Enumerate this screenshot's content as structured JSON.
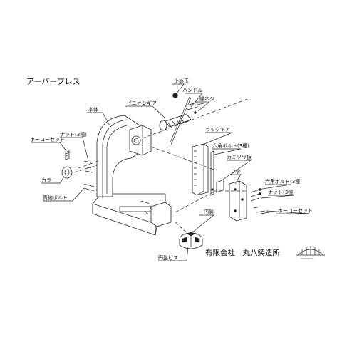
{
  "title": "アーバープレス",
  "company": "有限会社　丸八鋳造所",
  "logo_text": "MARUHACHI",
  "labels": {
    "tome_dama": "止め玉",
    "handle": "ハンドル",
    "chou_neji": "蝶ネジ",
    "pinion_gear": "ピニオンギア",
    "hontai": "本体",
    "nut_left": "ナット(3種)",
    "hollow_set_left": "ホーローセット",
    "collar": "カラー",
    "shinchu_bolt": "真鍮ボルト",
    "rack_gear": "ラックギア",
    "hex_bolt_upper": "六角ボルト(3種)",
    "kamisori_ita": "カミソリ板",
    "futa": "フタ",
    "hex_bolt_right": "六角ボルト(3種)",
    "nut_right": "ナット(3種)",
    "hollow_set_right": "ホーローセット",
    "enban": "円盤",
    "enban_bis": "円盤ビス"
  }
}
